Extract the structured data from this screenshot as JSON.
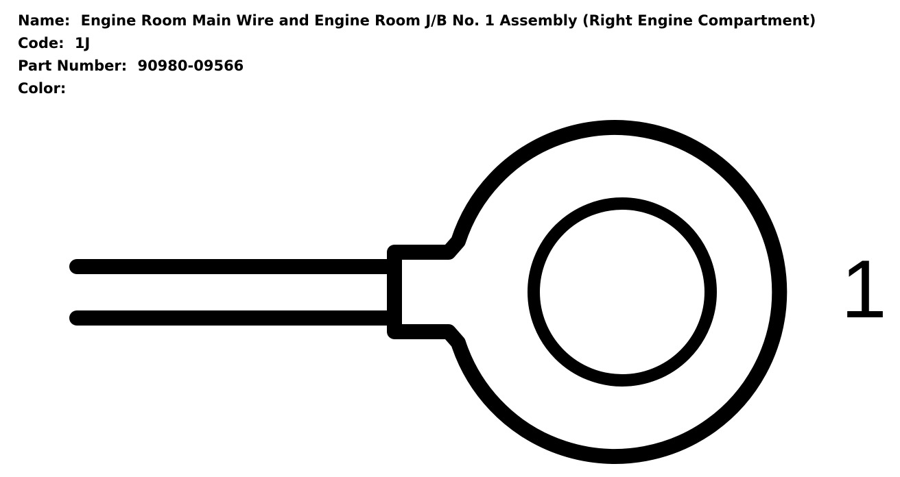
{
  "header": {
    "name_label": "Name:",
    "name_value": "Engine Room Main Wire and Engine Room J/B No. 1 Assembly (Right Engine Compartment)",
    "code_label": "Code:",
    "code_value": "1J",
    "part_label": "Part Number:",
    "part_value": "90980-09566",
    "color_label": "Color:",
    "color_value": ""
  },
  "diagram": {
    "type": "ring-terminal-connector",
    "pin_label": "1",
    "stroke_color": "#000000",
    "background_color": "#ffffff"
  }
}
